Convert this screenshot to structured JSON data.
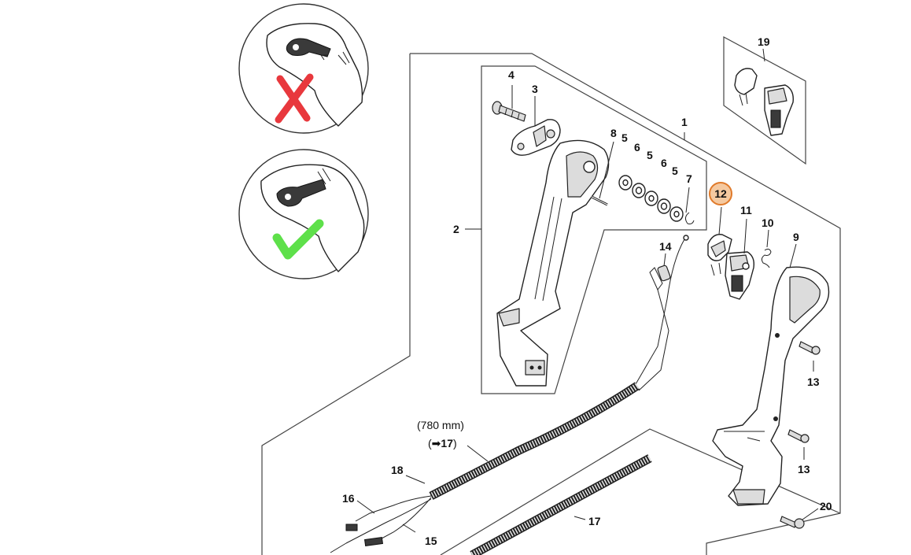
{
  "diagram": {
    "callouts": {
      "c1": "1",
      "c2": "2",
      "c3": "3",
      "c4": "4",
      "c5a": "5",
      "c5b": "5",
      "c5c": "5",
      "c6a": "6",
      "c6b": "6",
      "c7": "7",
      "c8": "8",
      "c9": "9",
      "c10": "10",
      "c11": "11",
      "c12": "12",
      "c13a": "13",
      "c13b": "13",
      "c14": "14",
      "c15": "15",
      "c16": "16",
      "c17a": "17",
      "c18": "18",
      "c19": "19",
      "c20": "20"
    },
    "cable_length": "(780 mm)",
    "cable_ref_arrow": "(➡",
    "cable_ref_num": "17",
    "cable_ref_close": ")",
    "highlighted_part": "12",
    "colors": {
      "highlight_fill": "#f5c9a0",
      "highlight_stroke": "#e07a2a",
      "wrong_mark": "#e8383d",
      "correct_mark": "#5ee04a"
    },
    "icons": {
      "wrong": "cross-mark-icon",
      "correct": "check-mark-icon"
    }
  }
}
